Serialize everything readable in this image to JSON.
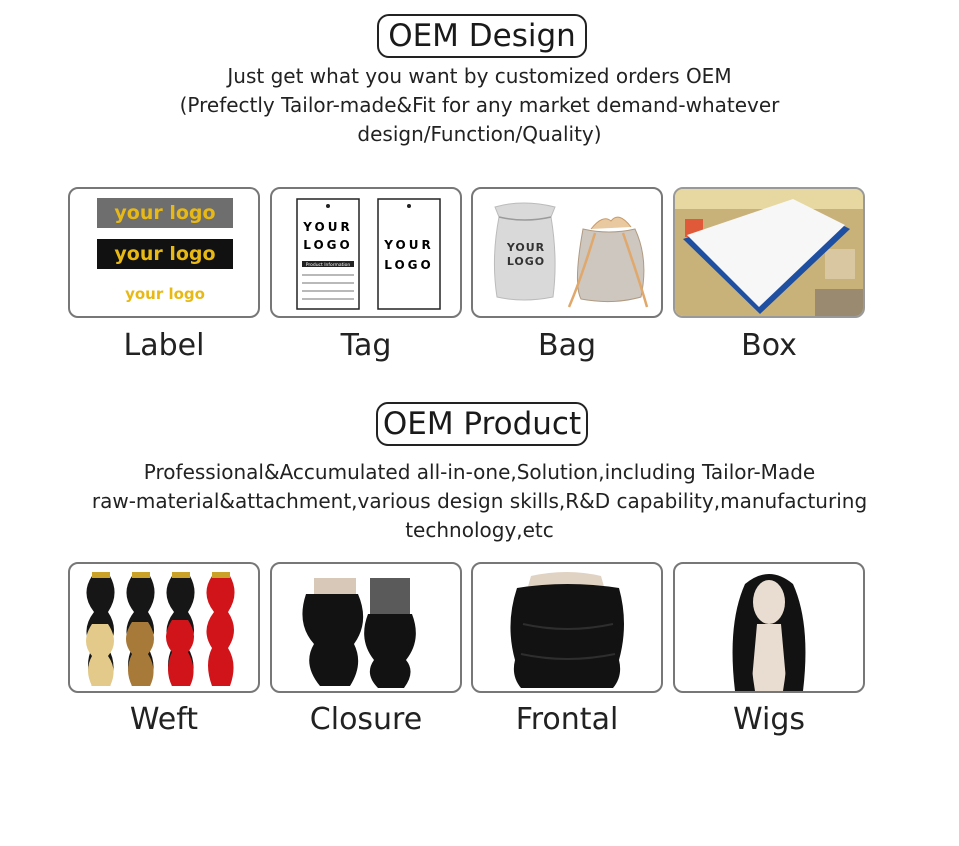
{
  "design_section": {
    "title": "OEM Design",
    "description_lines": [
      "Just get what you want by customized orders OEM",
      "(Prefectly Tailor-made&Fit for any market demand-whatever",
      "design/Function/Quality)"
    ],
    "items": [
      {
        "caption": "Label",
        "logo_text": "your logo"
      },
      {
        "caption": "Tag",
        "logo_line1": "YOUR",
        "logo_line2": "LOGO",
        "info_header": "Product Information"
      },
      {
        "caption": "Bag",
        "logo_line1": "YOUR",
        "logo_line2": "LOGO"
      },
      {
        "caption": "Box"
      }
    ]
  },
  "product_section": {
    "title": "OEM Product",
    "description_lines": [
      "Professional&Accumulated all-in-one,Solution,including Tailor-Made",
      "raw-material&attachment,various design skills,R&D capability,manufacturing",
      "technology,etc"
    ],
    "items": [
      {
        "caption": "Weft"
      },
      {
        "caption": "Closure"
      },
      {
        "caption": "Frontal"
      },
      {
        "caption": "Wigs"
      }
    ]
  },
  "colors": {
    "gold": "#e8b915",
    "label_grey": "#6e6e6e",
    "box_blue": "#1f4fa0",
    "hair_black": "#161616",
    "hair_red": "#d0141a",
    "hair_blonde": "#e3c98a"
  }
}
